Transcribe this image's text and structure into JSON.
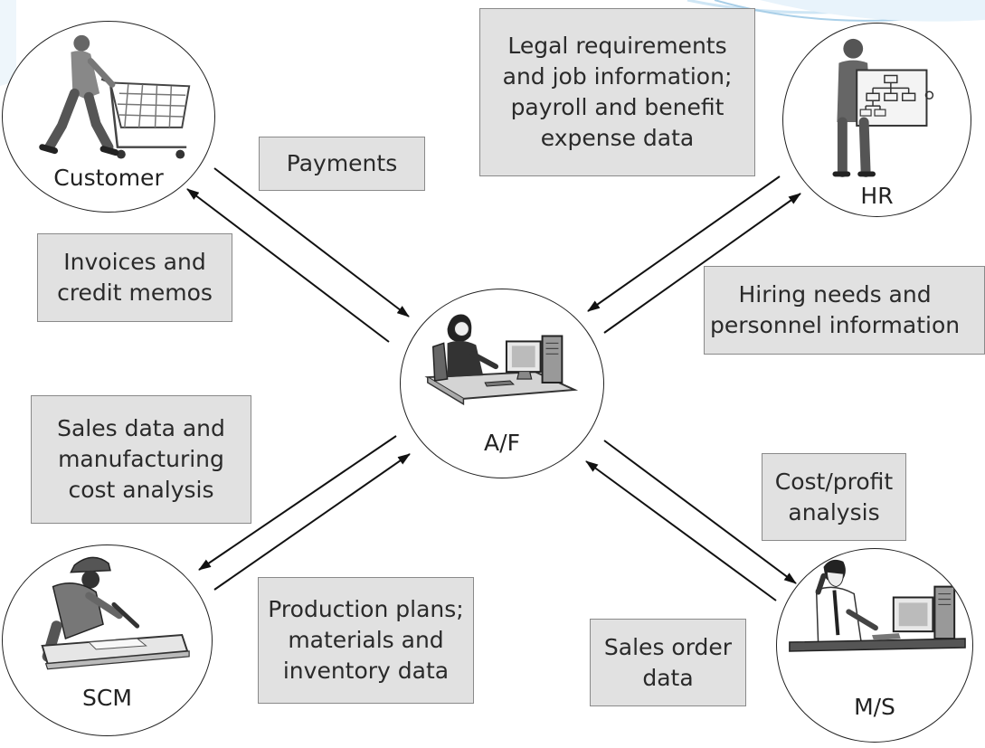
{
  "nodes": {
    "customer": "Customer",
    "hr": "HR",
    "af": "A/F",
    "scm": "SCM",
    "ms": "M/S"
  },
  "boxes": {
    "payments": "Payments",
    "legal": "Legal requirements\nand job information;\npayroll and benefit\nexpense data",
    "invoices": "Invoices and\ncredit memos",
    "hiring": "Hiring needs and\npersonnel information",
    "sales_data": "Sales data and\nmanufacturing\ncost analysis",
    "cost_profit": "Cost/profit\nanalysis",
    "production": "Production plans;\nmaterials and\ninventory data",
    "sales_order": "Sales order\ndata"
  },
  "icons": [
    "shopping-cart-person-icon",
    "org-chart-person-icon",
    "office-worker-computer-icon",
    "construction-worker-icon",
    "phone-worker-computer-icon"
  ]
}
